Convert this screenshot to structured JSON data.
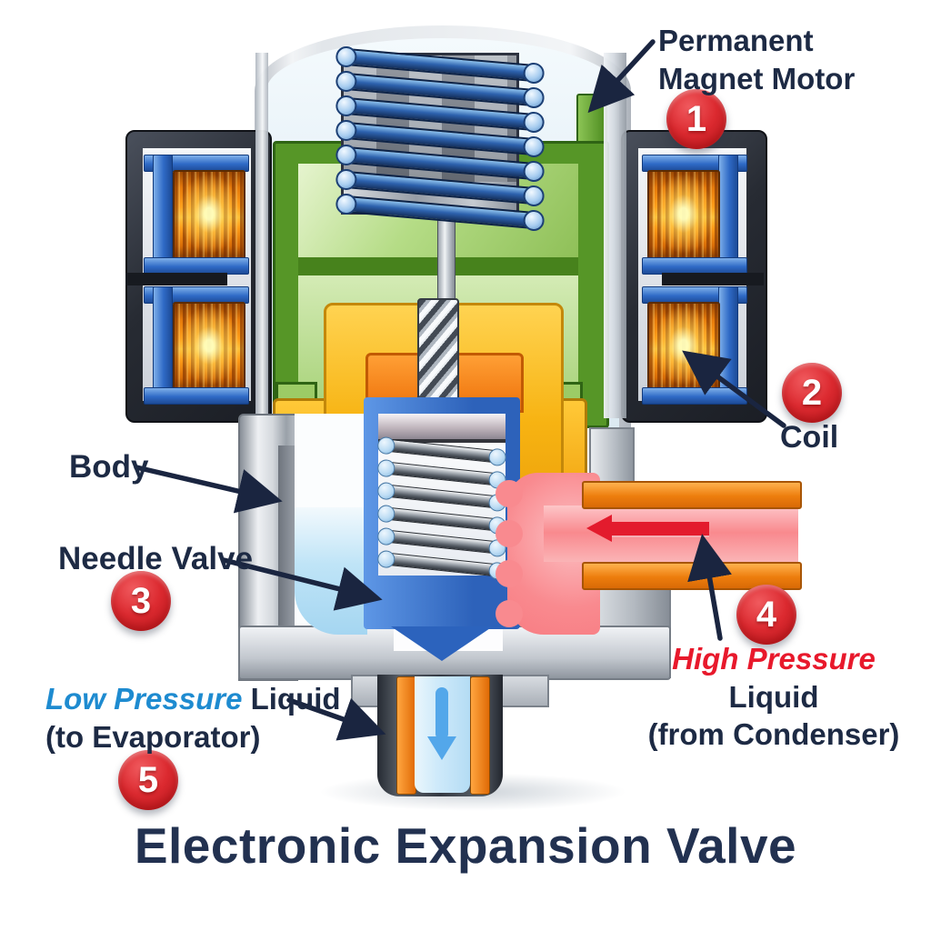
{
  "title": "Electronic Expansion Valve",
  "callouts": {
    "motor": {
      "badge": "1",
      "label": "Permanent Magnet Motor"
    },
    "coil": {
      "badge": "2",
      "label": "Coil"
    },
    "body": {
      "label": "Body"
    },
    "needle": {
      "badge": "3",
      "label": "Needle Valve"
    },
    "high_pressure": {
      "badge": "4",
      "em": "High Pressure",
      "rest": " Liquid",
      "line2": "(from Condenser)"
    },
    "low_pressure": {
      "badge": "5",
      "em": "Low Pressure",
      "rest": " Liquid",
      "line2": "(to Evaporator)"
    }
  },
  "colors": {
    "label_text": "#1d2a44",
    "badge_red": "#d5272d",
    "high_pressure_red": "#e8192c",
    "low_pressure_blue": "#1e8bd0",
    "motor_green": "#569627",
    "coil_copper": "#ff9d18",
    "coil_frame_blue": "#2f6ac6",
    "valve_blue": "#2d62ba",
    "pipe_orange": "#ed7d0d",
    "liquid_pink": "#f98a8f",
    "liquid_light_blue": "#bfe4f7",
    "body_silver": "#c3c8cf"
  }
}
